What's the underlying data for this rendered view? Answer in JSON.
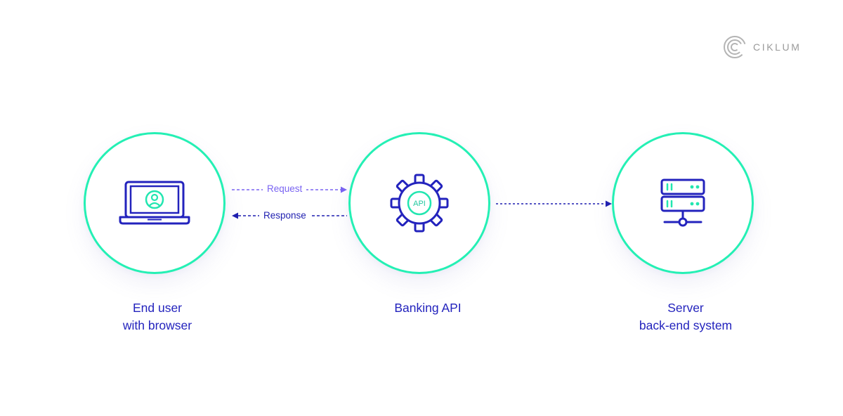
{
  "brand": {
    "name": "CIKLUM",
    "icon": "ciklum-logo-icon"
  },
  "nodes": [
    {
      "id": "end-user",
      "icon": "laptop-user-icon",
      "label_line1": "End user",
      "label_line2": "with browser"
    },
    {
      "id": "banking-api",
      "icon": "gear-api-icon",
      "icon_text": "API",
      "label_line1": "Banking API"
    },
    {
      "id": "server",
      "icon": "server-icon",
      "label_line1": "Server",
      "label_line2": "back-end system"
    }
  ],
  "edges": [
    {
      "from": "end-user",
      "to": "banking-api",
      "label": "Request",
      "color": "#7a64f2",
      "style": "dashed"
    },
    {
      "from": "banking-api",
      "to": "end-user",
      "label": "Response",
      "color": "#1f1fb0",
      "style": "dashed"
    },
    {
      "from": "banking-api",
      "to": "server",
      "label": "",
      "color": "#1f1fb0",
      "style": "dotted"
    }
  ],
  "colors": {
    "circle_border": "#24f0b4",
    "primary": "#2323bd",
    "accent": "#22e6b0",
    "request": "#7a64f2",
    "logo_gray": "#9a9a9a"
  }
}
